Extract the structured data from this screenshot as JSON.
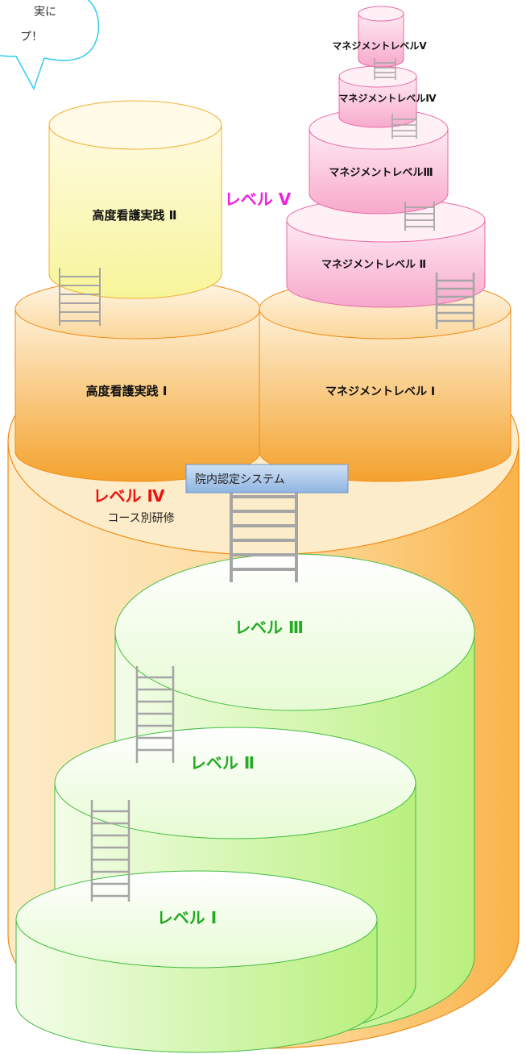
{
  "callout": {
    "line1": "実に",
    "line2": "プ！"
  },
  "system_label": "院内認定システム",
  "levels": {
    "level1": "レベル Ⅰ",
    "level2": "レベル Ⅱ",
    "level3": "レベル Ⅲ",
    "level4": "レベル Ⅳ",
    "level4_sub": "コース別研修",
    "level5": "レベル Ⅴ"
  },
  "practice": {
    "p1": "高度看護実践 Ⅰ",
    "p2": "高度看護実践 Ⅱ"
  },
  "management": {
    "m1": "マネジメントレベル Ⅰ",
    "m2": "マネジメントレベル Ⅱ",
    "m3": "マネジメントレベルⅢ",
    "m4": "マネジメントレベルⅣ",
    "m5": "マネジメントレベルⅤ"
  },
  "colors": {
    "level_text_green": "#22aa22",
    "level4_text_red": "#ee1111",
    "level5_text_magenta": "#ee22dd",
    "orange_tier": "#f7b550",
    "yellow_tier": "#fbfbb0",
    "pink_tier": "#f9b9d5",
    "green_tier": "#c9f5a8",
    "system_box": "#a9c6ea"
  }
}
